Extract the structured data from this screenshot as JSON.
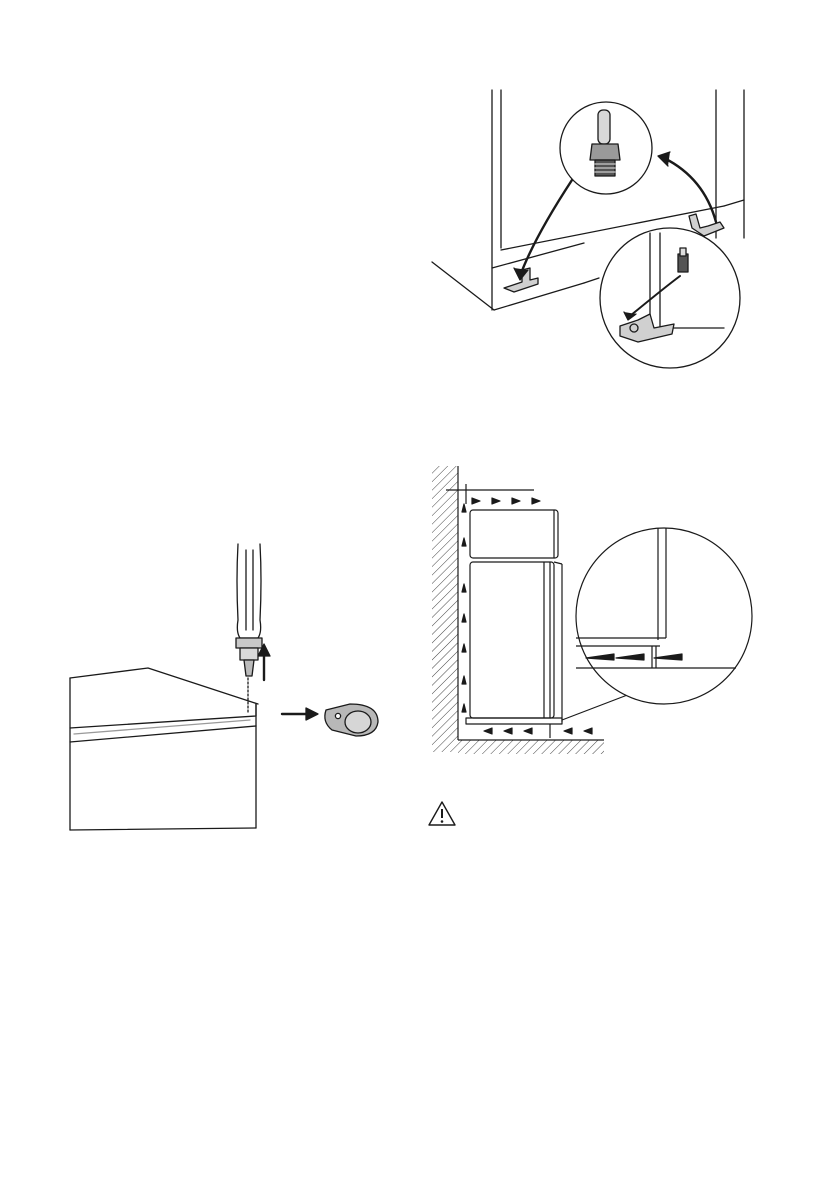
{
  "page": {
    "background": "#ffffff",
    "line_color": "#1a1a1a",
    "part_fill": "#b8b8b8"
  },
  "figures": [
    {
      "name": "hinge-bracket-figure",
      "icon": "hinge-bracket-swap-illustration"
    },
    {
      "name": "screwdriver-figure",
      "icon": "screwdriver-remove-cover-illustration"
    },
    {
      "name": "ventilation-figure",
      "icon": "airflow-clearance-illustration"
    }
  ],
  "warning": {
    "icon": "warning-triangle-icon",
    "color": "#1a1a1a"
  }
}
